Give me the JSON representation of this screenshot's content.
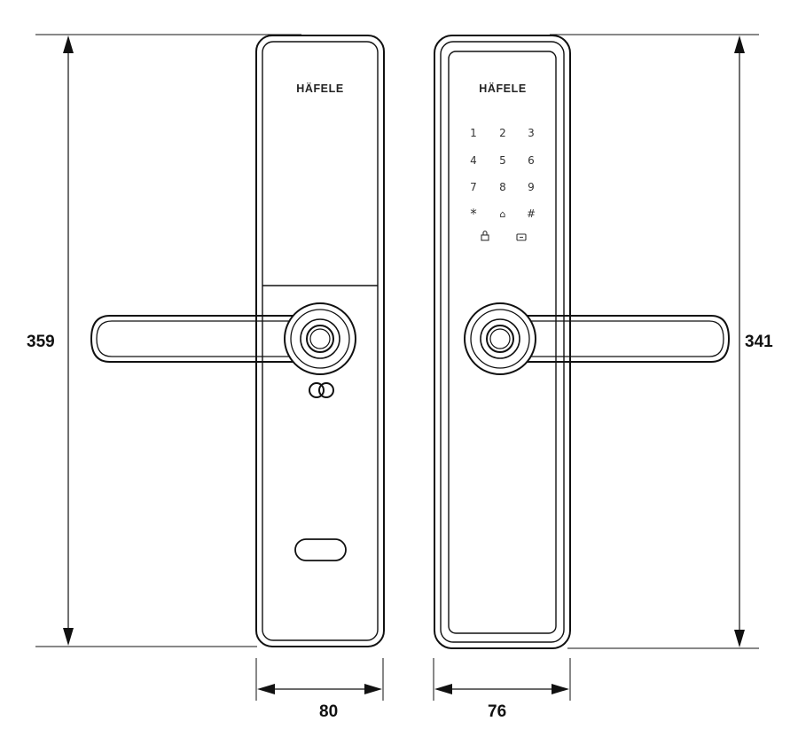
{
  "dimensions": {
    "left_height": "359",
    "right_height": "341",
    "left_width": "80",
    "right_width": "76"
  },
  "brand": {
    "left": "HÄFELE",
    "right": "HÄFELE"
  },
  "keypad": {
    "keys": [
      "1",
      "2",
      "3",
      "4",
      "5",
      "6",
      "7",
      "8",
      "9",
      "*",
      "⌂",
      "#"
    ],
    "lock_icon": "lock-icon",
    "card_icon": "card-icon"
  },
  "colors": {
    "line": "#111111",
    "background": "#ffffff"
  }
}
